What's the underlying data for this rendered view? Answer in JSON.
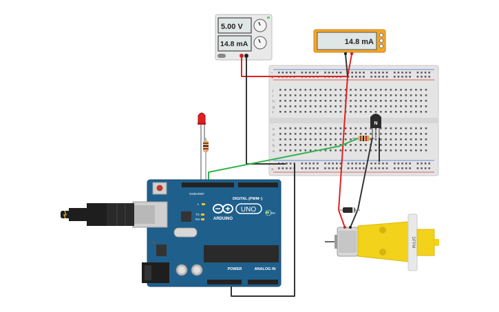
{
  "power_supply": {
    "voltage": "5.00 V",
    "current": "14.8 mA"
  },
  "multimeter": {
    "reading": "14.8 mA"
  },
  "transistor": {
    "label": "N"
  },
  "motor": {
    "label": "DFPM"
  },
  "arduino": {
    "brand": "ARDUINO",
    "model": "UNO",
    "digital_label": "DIGITAL (PWM~)",
    "power_label": "POWER",
    "analog_label": "ANALOG IN",
    "on_label": "ON",
    "l_label": "L",
    "tx_label": "TX",
    "rx_label": "RX",
    "aref": "AREF",
    "gnd": "GND"
  },
  "breadboard": {
    "row_letters_top": [
      "j",
      "i",
      "h",
      "g",
      "f"
    ],
    "row_letters_bottom": [
      "e",
      "d",
      "c",
      "b",
      "a"
    ],
    "plus": "+",
    "minus": "-"
  },
  "colors": {
    "arduino_blue": "#1f5f8b",
    "wire_red": "#e02020",
    "wire_black": "#333333",
    "wire_green": "#2fb34a",
    "motor_yellow": "#f2d21a",
    "multimeter_orange": "#f3a627"
  }
}
